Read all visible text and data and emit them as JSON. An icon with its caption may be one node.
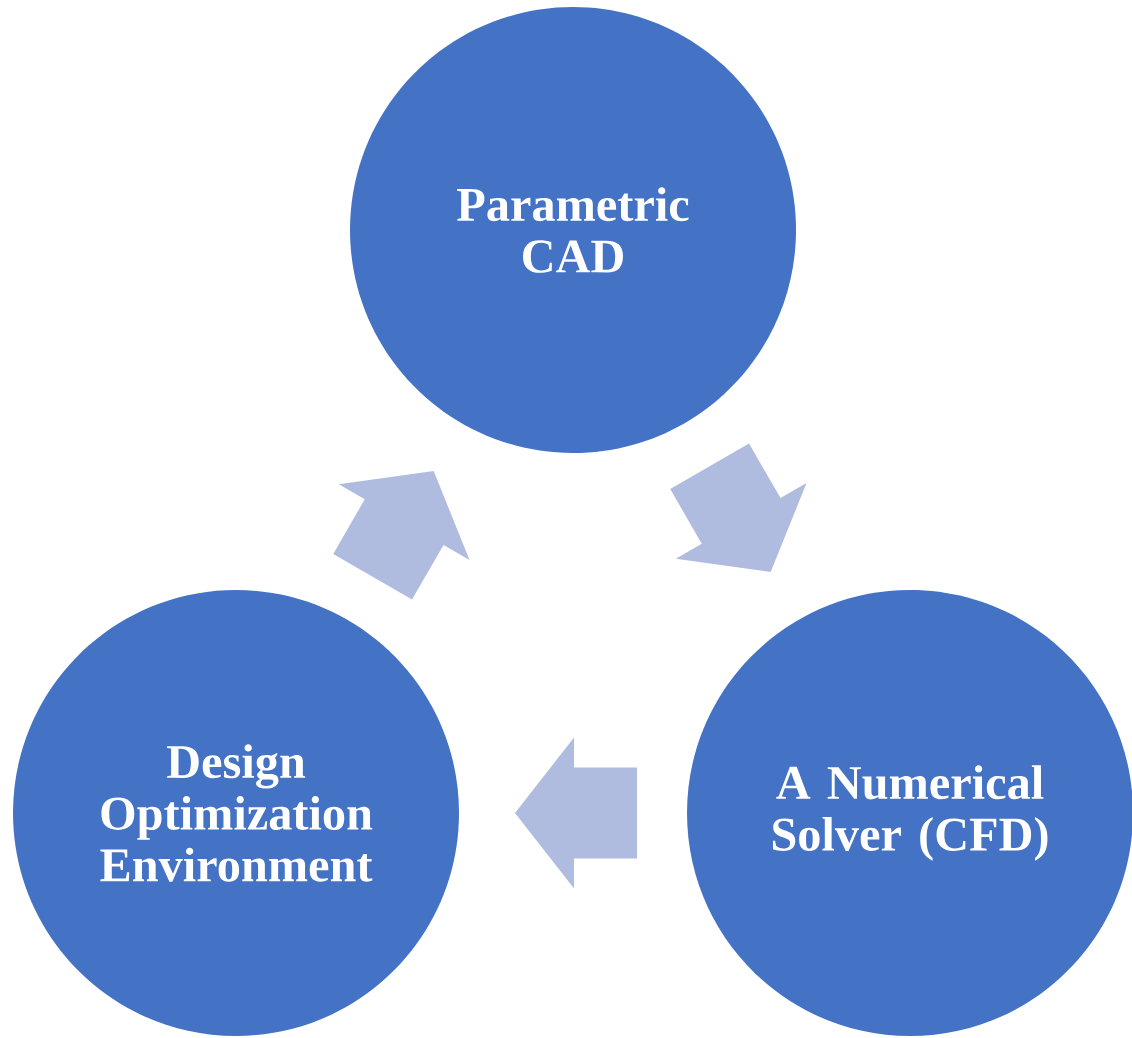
{
  "diagram": {
    "nodes": [
      {
        "text": [
          "Parametric CAD"
        ]
      },
      {
        "text": [
          "Design Optimization Environment"
        ]
      },
      {
        "text": [
          "A Numerical Solver (CFD)"
        ]
      }
    ],
    "edges": [
      {
        "from": 0,
        "to": 2,
        "arrow": "to"
      },
      {
        "from": 2,
        "to": 1,
        "arrow": "to"
      },
      {
        "from": 1,
        "to": 0,
        "arrow": "to"
      }
    ]
  }
}
